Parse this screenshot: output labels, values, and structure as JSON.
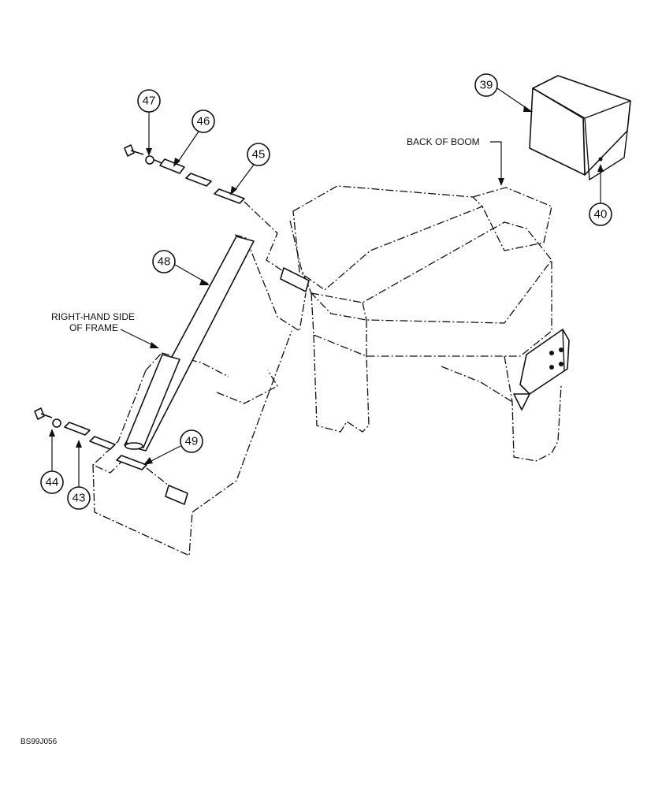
{
  "labels": {
    "back_of_boom": "BACK OF BOOM",
    "right_hand_side_line1": "RIGHT-HAND SIDE",
    "right_hand_side_line2": "OF FRAME"
  },
  "callouts": [
    "39",
    "40",
    "43",
    "44",
    "45",
    "46",
    "47",
    "48",
    "49"
  ],
  "drawing_id": "BS99J056"
}
